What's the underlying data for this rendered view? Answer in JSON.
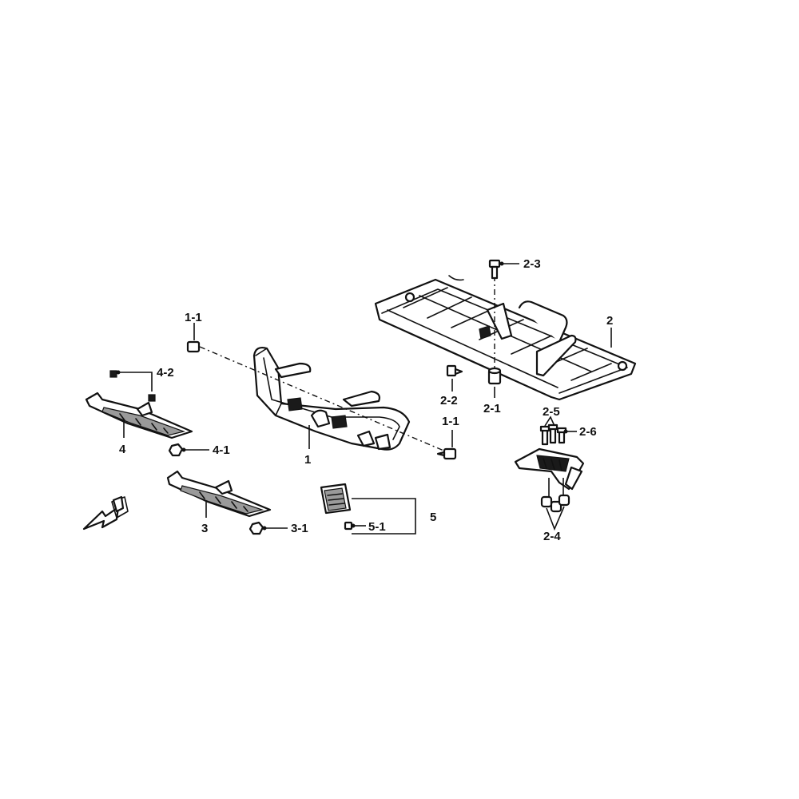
{
  "callouts": {
    "p1": "1",
    "p1_1a": "1-1",
    "p1_1b": "1-1",
    "p2": "2",
    "p2_1": "2-1",
    "p2_2": "2-2",
    "p2_3": "2-3",
    "p2_4": "2-4",
    "p2_5": "2-5",
    "p2_6": "2-6",
    "p3": "3",
    "p3_1": "3-1",
    "p4": "4",
    "p4_1": "4-1",
    "p4_2": "4-2",
    "p5": "5",
    "p5_1": "5-1"
  }
}
